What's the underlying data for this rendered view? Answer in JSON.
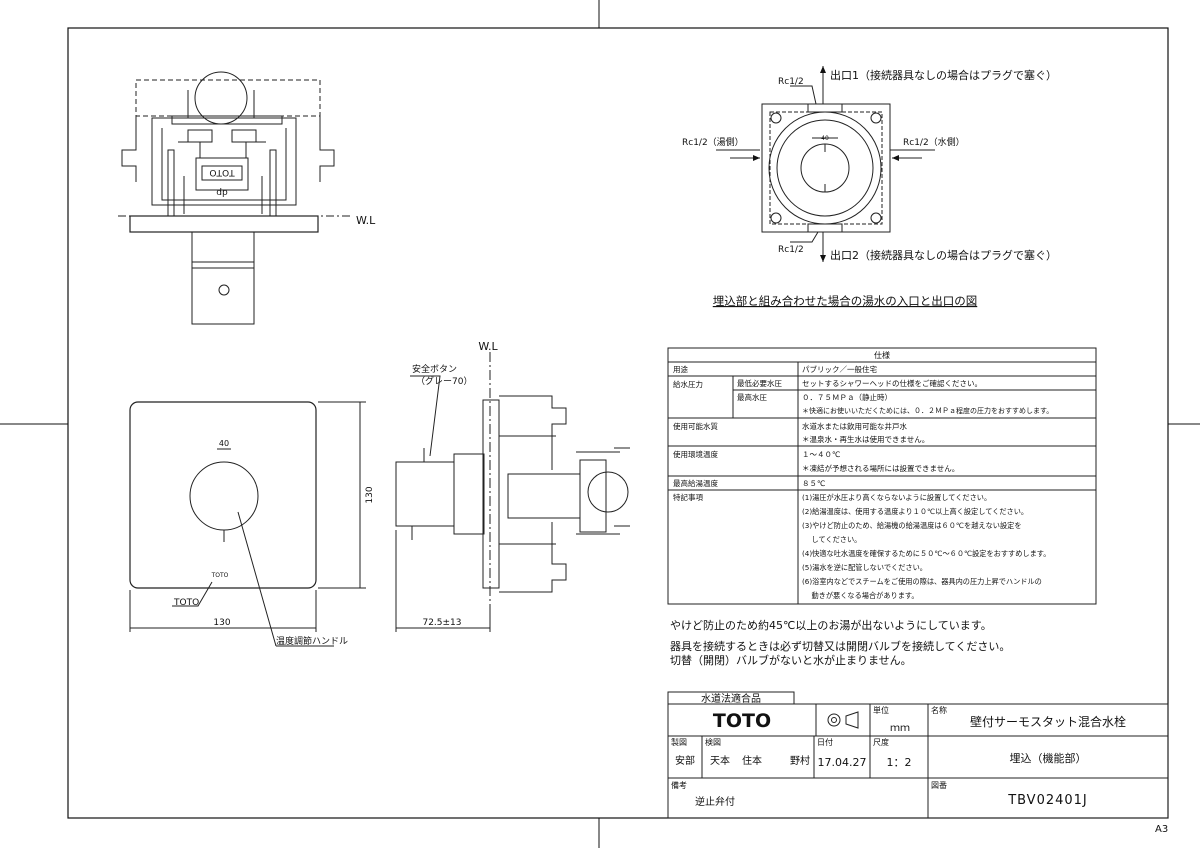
{
  "ports": {
    "top": "Rc1/2",
    "left": "Rc1/2（湯側）",
    "right": "Rc1/2（水側）",
    "bottom": "Rc1/2",
    "out1": "出口1（接続器具なしの場合はプラグで塞ぐ）",
    "out2": "出口2（接続器具なしの場合はプラグで塞ぐ）",
    "caption": "埋込部と組み合わせた場合の湯水の入口と出口の図"
  },
  "views": {
    "wl_top": "W.L",
    "wl_side": "W.L",
    "dial_value": "40",
    "brand_small": "TOTO",
    "toto_leader": "TOTO",
    "handle_leader": "温度調節ハンドル",
    "safety_button": "安全ボタン",
    "safety_button_color": "（グレー70）",
    "dim_width": "130",
    "dim_height": "130",
    "dim_depth": "72.5±13",
    "block_dp": "dp",
    "block_toto": "TOTO"
  },
  "spec": {
    "title": "仕様",
    "rows": [
      {
        "label": "用途",
        "sub": "",
        "text": [
          "パブリック／一般住宅"
        ]
      },
      {
        "label": "給水圧力",
        "sub": "最低必要水圧",
        "text": [
          "セットするシャワーヘッドの仕様をご確認ください。"
        ]
      },
      {
        "label": "",
        "sub": "最高水圧",
        "text": [
          "０．７５ＭＰａ（静止時）",
          "＊快適にお使いいただくためには、０．２ＭＰａ程度の圧力をおすすめします。"
        ]
      },
      {
        "label": "使用可能水質",
        "sub": "",
        "text": [
          "水道水または飲用可能な井戸水",
          "＊温泉水・再生水は使用できません。"
        ]
      },
      {
        "label": "使用環境温度",
        "sub": "",
        "text": [
          "１～４０℃",
          "＊凍結が予想される場所には設置できません。"
        ]
      },
      {
        "label": "最高給湯温度",
        "sub": "",
        "text": [
          "８５℃"
        ]
      },
      {
        "label": "特記事項",
        "sub": "",
        "text": [
          "(1)湯圧が水圧より高くならないように設置してください。",
          "(2)給湯温度は、使用する温度より１０℃以上高く設定してください。",
          "(3)やけど防止のため、給湯機の給湯温度は６０℃を越えない設定を",
          "　 してください。",
          "(4)快適な吐水温度を確保するために５０℃～６０℃設定をおすすめします。",
          "(5)湯水を逆に配管しないでください。",
          "(6)浴室内などでスチームをご使用の際は、器具内の圧力上昇でハンドルの",
          "　 動きが悪くなる場合があります。"
        ]
      }
    ]
  },
  "notes": {
    "n1": "やけど防止のため約45℃以上のお湯が出ないようにしています。",
    "n2": "器具を接続するときは必ず切替又は開閉バルブを接続してください。",
    "n3": "切替（開閉）バルブがないと水が止まりません。"
  },
  "title_block": {
    "cert": "水道法適合品",
    "brand": "TOTO",
    "unit_label": "単位",
    "unit": "ｍｍ",
    "name_label": "名称",
    "name": "壁付サーモスタット混合水栓",
    "drawn_label": "製図",
    "drawn_name": "安部",
    "checked_label": "検図",
    "checked_name_a": "天本",
    "checked_name_b": "住本",
    "checked_name_c": "野村",
    "date_label": "日付",
    "date": "17.04.27",
    "scale_label": "尺度",
    "scale": "1：2",
    "subname": "埋込（機能部）",
    "remarks_label": "備考",
    "remarks": "逆止弁付",
    "number_label": "図番",
    "number": "TBV02401J"
  },
  "sheet_size": "A3"
}
